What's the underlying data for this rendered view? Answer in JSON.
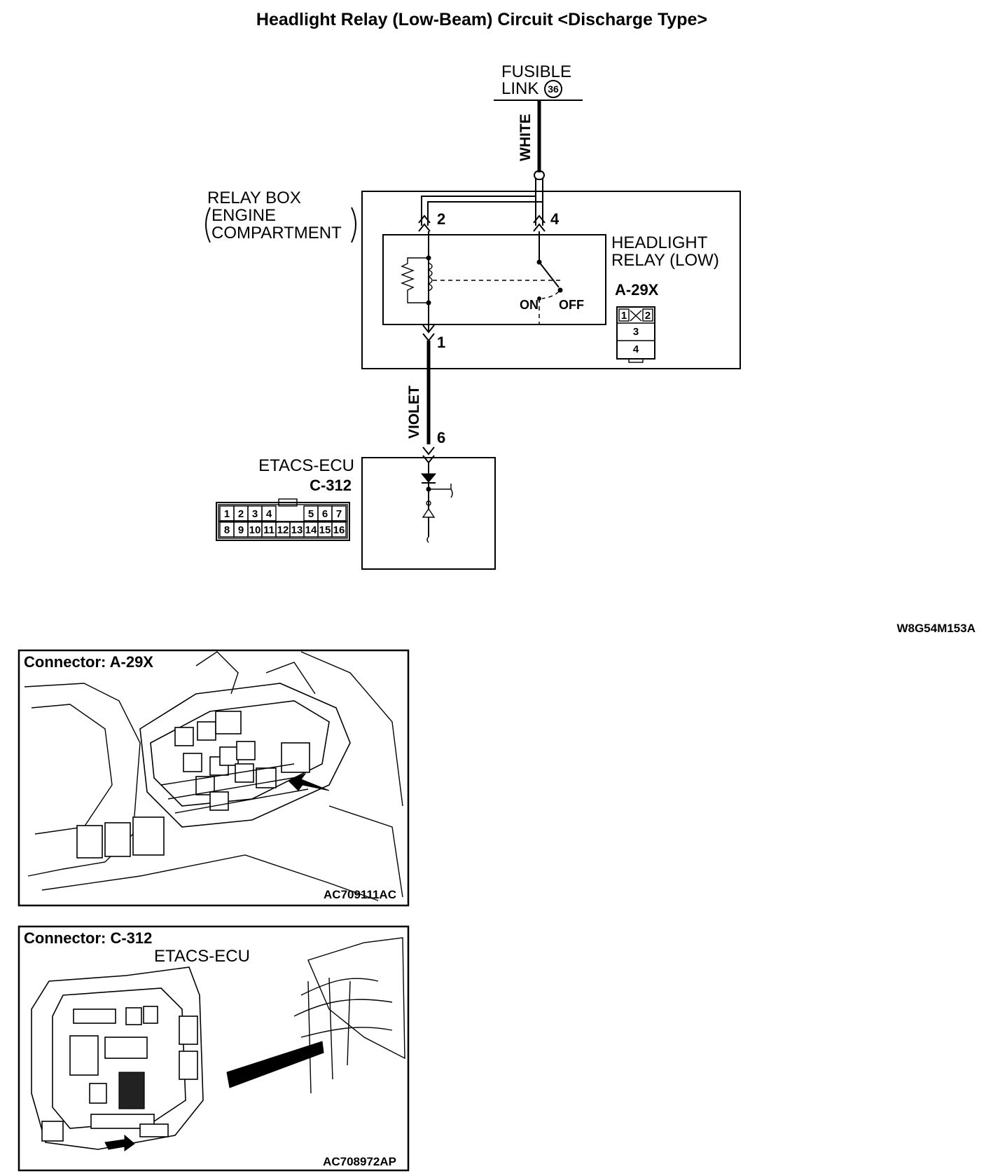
{
  "title": "Headlight Relay (Low-Beam) Circuit <Discharge Type>",
  "fusible_link": {
    "line1": "FUSIBLE",
    "line2": "LINK",
    "number": "36"
  },
  "wires": {
    "white": "WHITE",
    "violet": "VIOLET"
  },
  "relay_box": {
    "line1": "RELAY BOX",
    "line2": "ENGINE",
    "line3": "COMPARTMENT"
  },
  "relay": {
    "line1": "HEADLIGHT",
    "line2": "RELAY (LOW)",
    "connector": "A-29X",
    "pins": {
      "p1": "1",
      "p2": "2",
      "p4": "4"
    },
    "switch_on": "ON",
    "switch_off": "OFF",
    "connector_cells": [
      "1",
      "2",
      "3",
      "4"
    ]
  },
  "ecu": {
    "name": "ETACS-ECU",
    "connector": "C-312",
    "pin": "6",
    "connector_cells_top": [
      "1",
      "2",
      "3",
      "4",
      "5",
      "6",
      "7"
    ],
    "connector_cells_bottom": [
      "8",
      "9",
      "10",
      "11",
      "12",
      "13",
      "14",
      "15",
      "16"
    ]
  },
  "diagram_code": "W8G54M153A",
  "photo1": {
    "title": "Connector: A-29X",
    "code": "AC709111AC"
  },
  "photo2": {
    "title": "Connector: C-312",
    "subtitle": "ETACS-ECU",
    "code": "AC708972AP"
  }
}
